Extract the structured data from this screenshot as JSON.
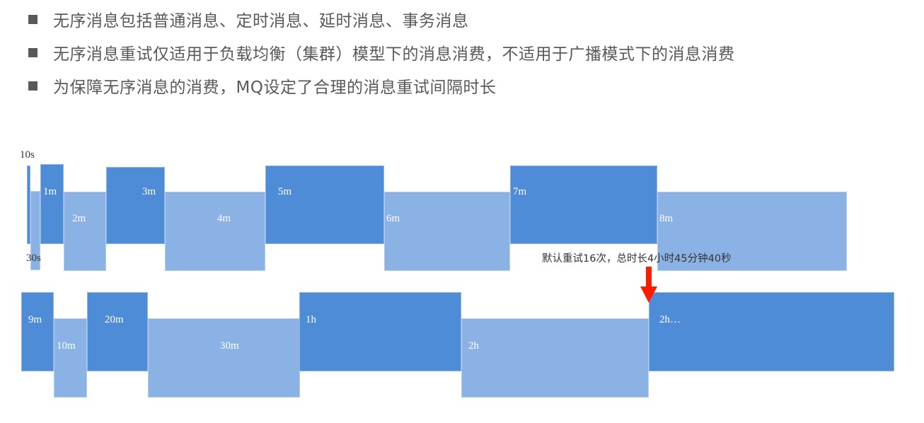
{
  "bullets": [
    {
      "text": "无序消息包括普通消息、定时消息、延时消息、事务消息"
    },
    {
      "text": "无序消息重试仅适用于负载均衡（集群）模型下的消息消费，不适用于广播模式下的消息消费"
    },
    {
      "text": "为保障无序消息的消费，MQ设定了合理的消息重试间隔时长"
    }
  ],
  "colors": {
    "dark_block": "#4F8CD7",
    "light_block": "#8BB2E4",
    "arrow": "#FF1A00",
    "bullet_text": "#595959"
  },
  "diagram": {
    "caption": "默认重试16次，总时长4小时45分钟40秒",
    "arrow_icon": "down-arrow-icon",
    "row1": [
      {
        "label": "10s",
        "shade": "dark"
      },
      {
        "label": "30s",
        "shade": "light"
      },
      {
        "label": "1m",
        "shade": "dark"
      },
      {
        "label": "2m",
        "shade": "light"
      },
      {
        "label": "3m",
        "shade": "dark"
      },
      {
        "label": "4m",
        "shade": "light"
      },
      {
        "label": "5m",
        "shade": "dark"
      },
      {
        "label": "6m",
        "shade": "light"
      },
      {
        "label": "7m",
        "shade": "dark"
      },
      {
        "label": "8m",
        "shade": "light"
      }
    ],
    "row2": [
      {
        "label": "9m",
        "shade": "dark"
      },
      {
        "label": "10m",
        "shade": "light"
      },
      {
        "label": "20m",
        "shade": "dark"
      },
      {
        "label": "30m",
        "shade": "light"
      },
      {
        "label": "1h",
        "shade": "dark"
      },
      {
        "label": "2h",
        "shade": "light"
      },
      {
        "label": "2h…",
        "shade": "dark"
      }
    ]
  }
}
